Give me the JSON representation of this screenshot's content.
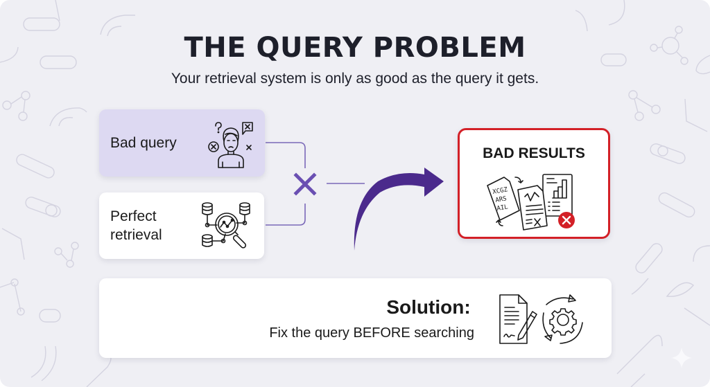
{
  "header": {
    "title": "THE QUERY PROBLEM",
    "subtitle": "Your retrieval system is only as good as the query it gets."
  },
  "inputs": [
    {
      "label": "Bad query",
      "icon": "confused-person-icon",
      "highlighted": true
    },
    {
      "label": "Perfect retrieval",
      "icon": "data-search-icon",
      "highlighted": false
    }
  ],
  "combine": {
    "symbol": "×",
    "icon": "cross-icon"
  },
  "flow_arrow": {
    "icon": "curved-arrow-icon"
  },
  "result": {
    "label": "BAD RESULTS",
    "icon": "jumbled-documents-icon",
    "status_icon": "error-x-icon",
    "doc_text": [
      "XCGZ",
      "ARS",
      "AIL"
    ]
  },
  "solution": {
    "title": "Solution:",
    "text": "Fix the query BEFORE searching",
    "icon": "edit-document-process-icon"
  },
  "colors": {
    "background": "#efeff4",
    "accent_purple": "#4b2a8c",
    "connector_purple": "#7a68b8",
    "bad_query_fill": "#ddd9f2",
    "error_red": "#d32027",
    "text_dark": "#1d1f2a"
  }
}
